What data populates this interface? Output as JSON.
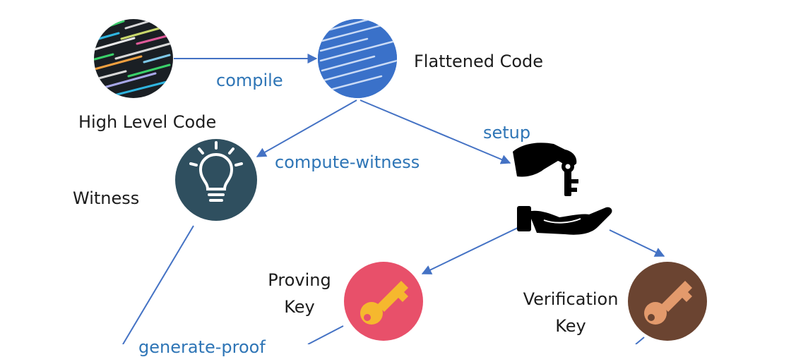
{
  "nodes": {
    "high_level_code": {
      "label": "High Level Code"
    },
    "flattened_code": {
      "label": "Flattened Code"
    },
    "witness": {
      "label": "Witness"
    },
    "proving_key": {
      "label_line1": "Proving",
      "label_line2": "Key"
    },
    "verification_key": {
      "label_line1": "Verification",
      "label_line2": "Key"
    }
  },
  "edges": {
    "compile": "compile",
    "compute_witness": "compute-witness",
    "setup": "setup",
    "generate_proof": "generate-proof"
  },
  "colors": {
    "arrow": "#4472c4",
    "edge_label": "#2e75b6",
    "witness_circle": "#2f4f5f",
    "proving_circle": "#e8506a",
    "verification_circle": "#6b4431",
    "proving_key_fill": "#f5b82e",
    "verification_key_fill": "#e39a6c"
  },
  "icons": {
    "high_level_code": "code-screen-icon",
    "flattened_code": "code-screen-icon",
    "witness": "lightbulb-icon",
    "setup": "hand-key-icon",
    "proving_key": "key-icon",
    "verification_key": "key-icon"
  }
}
